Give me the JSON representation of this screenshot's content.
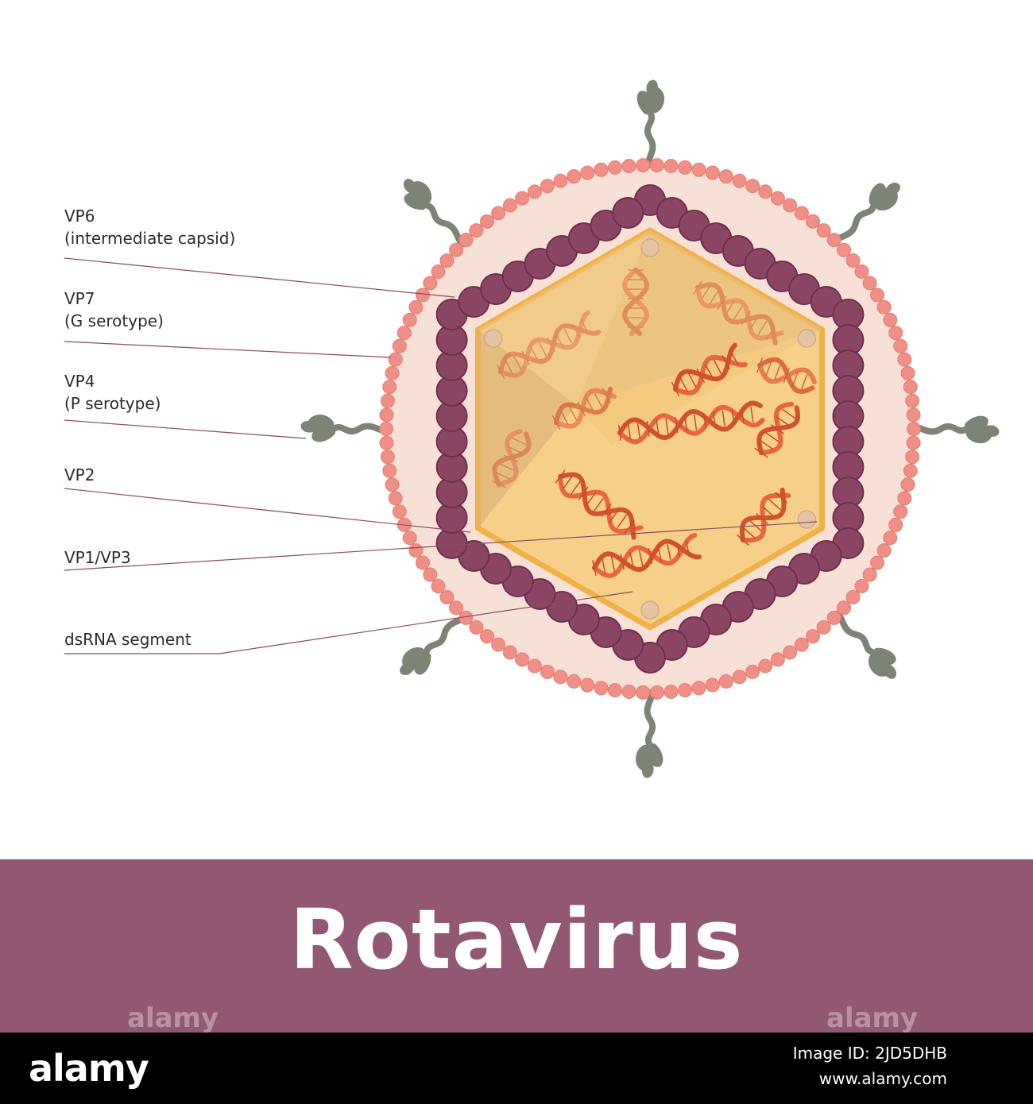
{
  "labels": {
    "vp6_name": "VP6",
    "vp6_desc": "(intermediate capsid)",
    "vp7_name": "VP7",
    "vp7_desc": "(G serotype)",
    "vp4_name": "VP4",
    "vp4_desc": "(P serotype)",
    "vp2": "VP2",
    "vp1_vp3": "VP1/VP3",
    "dsrna": "dsRNA segment"
  },
  "title": "Rotavirus",
  "watermark": "alamy",
  "footer": {
    "brand": "alamy",
    "image_id": "Image ID: 2JD5DHB",
    "url": "www.alamy.com"
  },
  "colors": {
    "outer_layer": "#f7e1d6",
    "outer_beads": "#ef8f85",
    "mid_beads": "#8a4565",
    "core_fill": "#f6cf88",
    "core_stroke": "#f0b146",
    "rna": "#e8603c",
    "spike": "#7b8475",
    "leader_line": "#8c4a5e",
    "title_band": "#925873"
  }
}
